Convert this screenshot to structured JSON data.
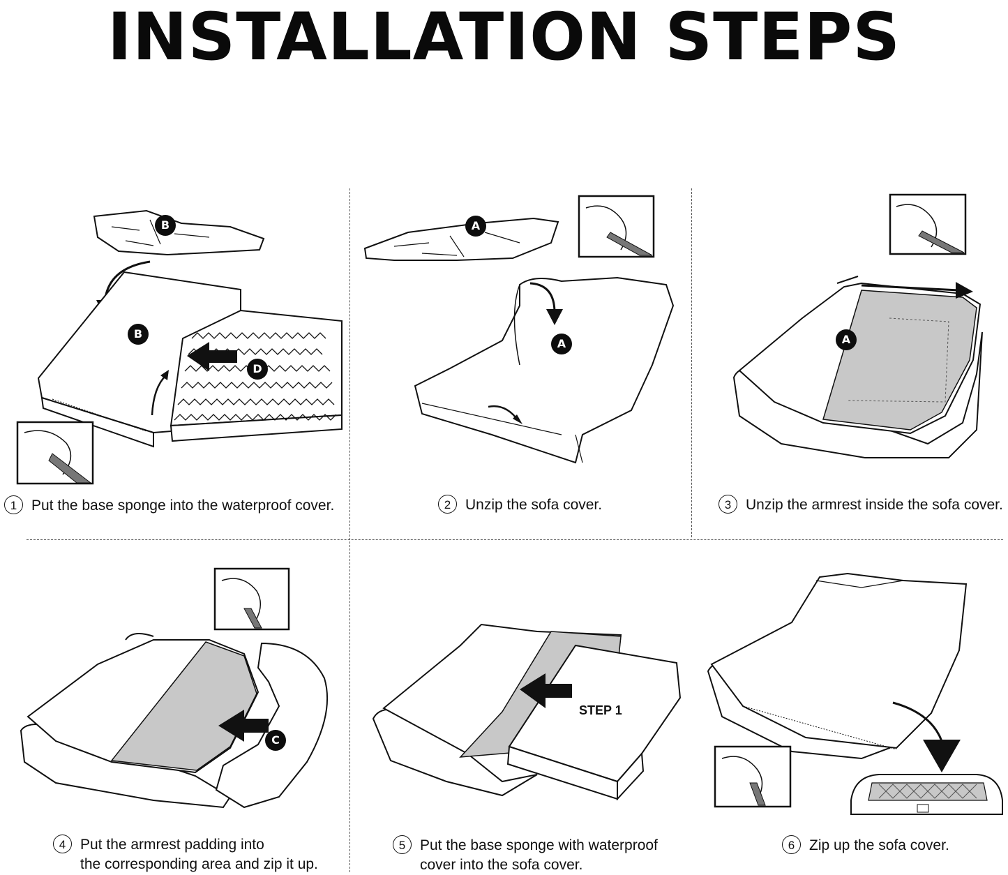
{
  "title": "INSTALLATION STEPS",
  "steps": [
    {
      "number": "1",
      "lines": [
        "Put the base sponge into the waterproof cover."
      ]
    },
    {
      "number": "2",
      "lines": [
        "Unzip the sofa cover."
      ]
    },
    {
      "number": "3",
      "lines": [
        "Unzip the armrest inside the sofa cover."
      ]
    },
    {
      "number": "4",
      "lines": [
        "Put the armrest padding into",
        "the corresponding area and zip it up."
      ]
    },
    {
      "number": "5",
      "lines": [
        "Put the base sponge with waterproof",
        "cover into the sofa cover."
      ]
    },
    {
      "number": "6",
      "lines": [
        "Zip up the sofa cover."
      ]
    }
  ],
  "markers": {
    "a": "A",
    "b": "B",
    "c": "C",
    "d": "D"
  },
  "step_ref_label": "STEP 1",
  "colors": {
    "ink": "#111111",
    "fill_gray": "#c8c8c8",
    "badge": "#0d0d0d"
  }
}
